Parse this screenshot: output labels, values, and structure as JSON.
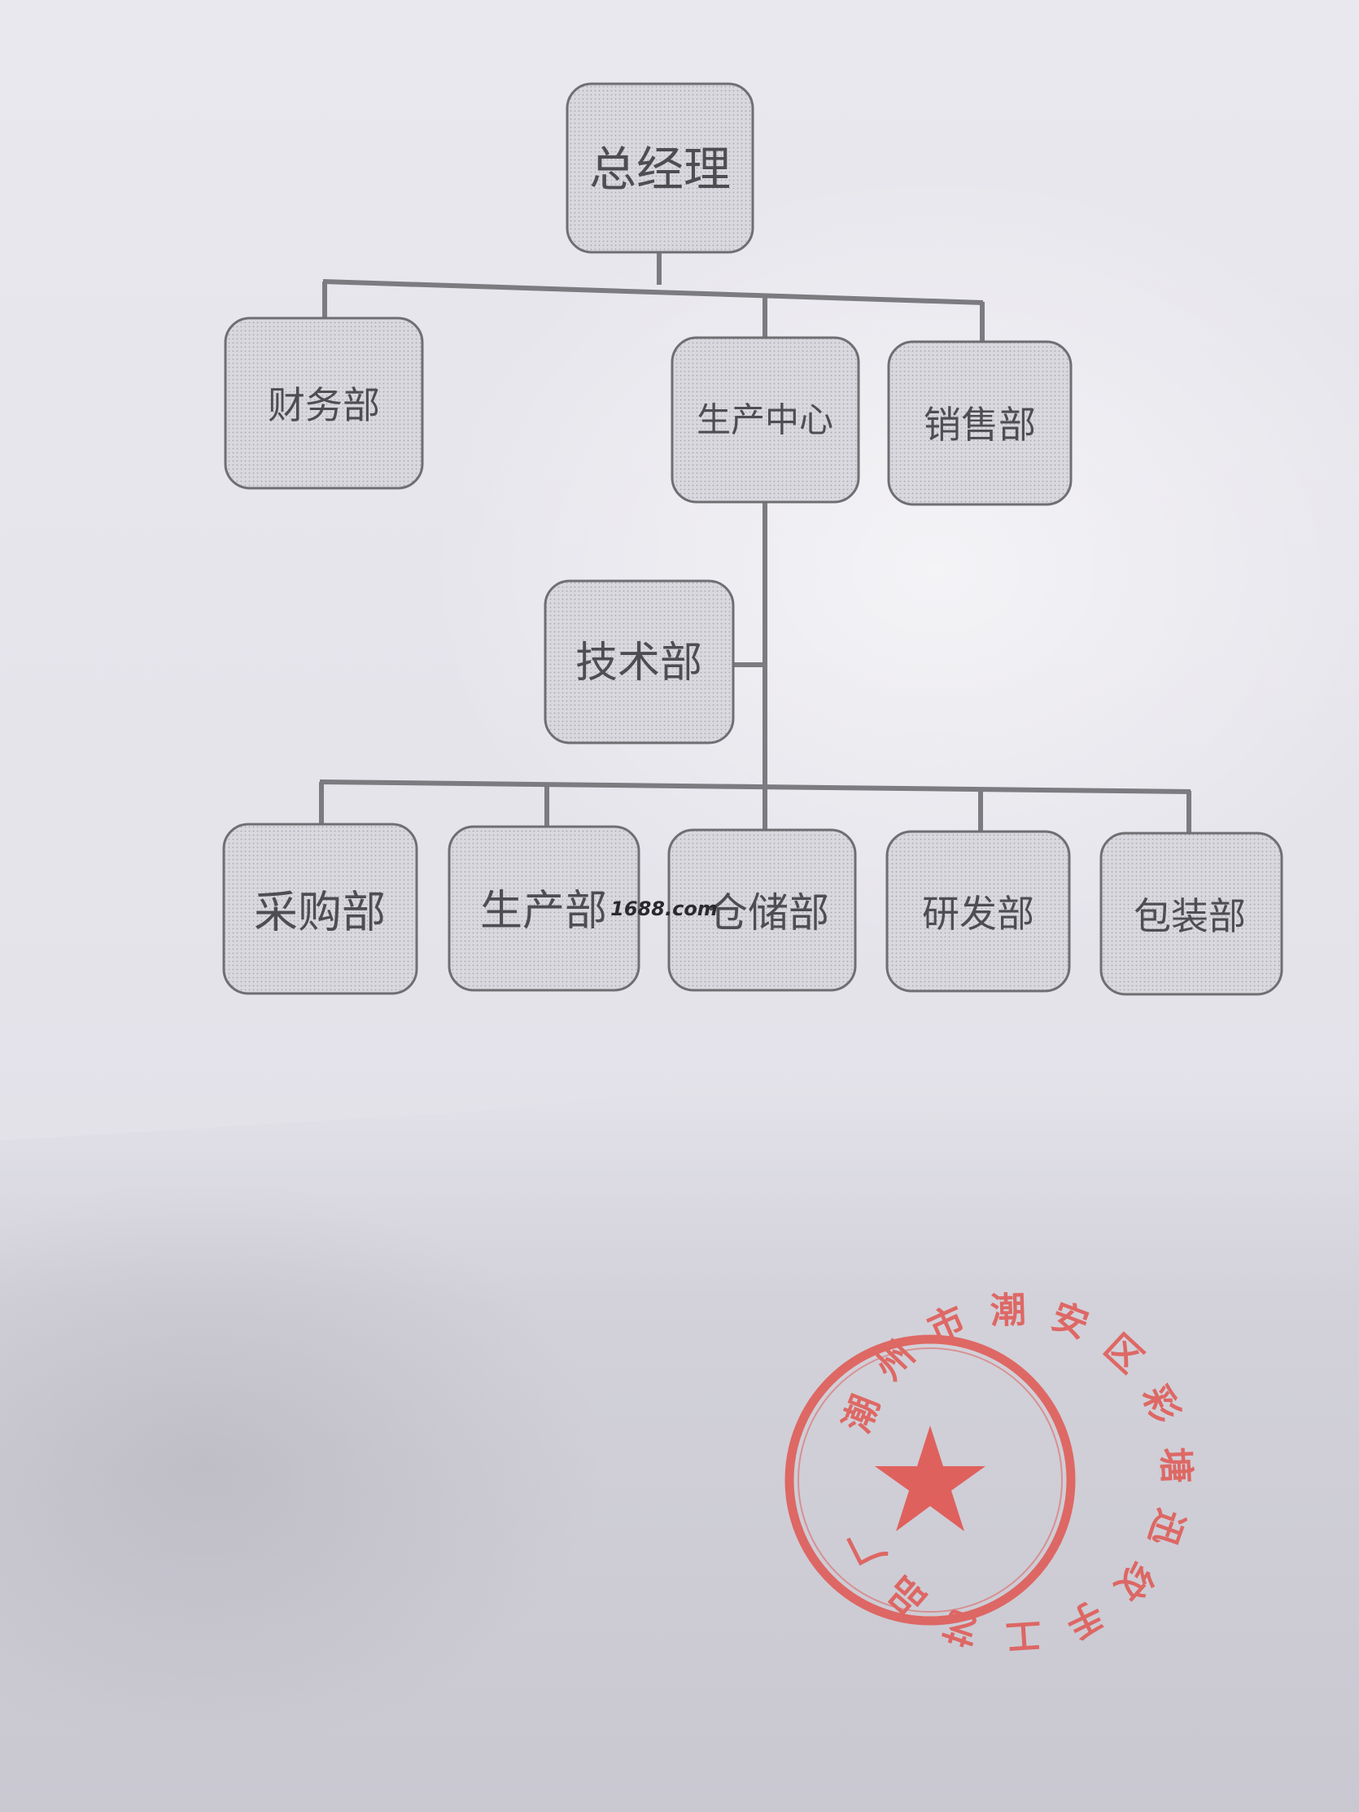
{
  "org_chart": {
    "root": "总经理",
    "level2": [
      "财务部",
      "生产中心",
      "销售部"
    ],
    "under_production": [
      "技术部"
    ],
    "level4": [
      "采购部",
      "生产部",
      "仓储部",
      "研发部",
      "包装部"
    ]
  },
  "watermark": "1688.com",
  "seal": {
    "text": "潮州市潮安区彩塘迅纹手工艺品厂",
    "emblem": "star-icon",
    "color": "#e05a55"
  }
}
